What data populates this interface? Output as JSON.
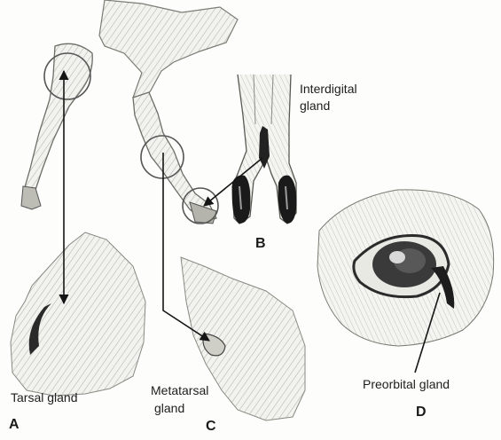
{
  "labels": {
    "interdigital_line1": "Interdigital",
    "interdigital_line2": "gland",
    "tarsal": "Tarsal gland",
    "metatarsal_line1": "Metatarsal",
    "metatarsal_line2": "gland",
    "preorbital": "Preorbital gland"
  },
  "panels": {
    "a": "A",
    "b": "B",
    "c": "C",
    "d": "D"
  }
}
